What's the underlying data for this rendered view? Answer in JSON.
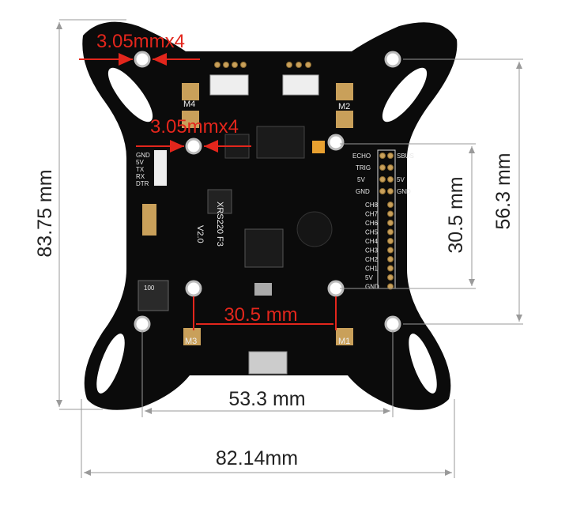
{
  "dimensions": {
    "overall_height": "83.75 mm",
    "mount_outer_height": "56.3 mm",
    "mount_inner_height": "30.5 mm",
    "mount_outer_width": "53.3 mm",
    "overall_width": "82.14mm",
    "mount_inner_width": "30.5 mm",
    "hole_outer": "3.05mmx4",
    "hole_inner": "3.05mmx4"
  },
  "board": {
    "name": "XRS220 F3",
    "version": "V2.0",
    "motors": [
      "M1",
      "M2",
      "M3",
      "M4"
    ],
    "header_left": [
      "ECHO",
      "TRIG",
      "5V",
      "GND"
    ],
    "header_right": [
      "SBUS",
      "5V",
      "GND"
    ],
    "channels": [
      "CH8",
      "CH7",
      "CH6",
      "CH5",
      "CH4",
      "CH3",
      "CH2",
      "CH1",
      "5V",
      "GND"
    ],
    "uart": [
      "GND",
      "5V",
      "TX",
      "RX",
      "DTR"
    ],
    "inductor": "100"
  },
  "colors": {
    "board": "#0b0b0b",
    "annotation": "#e3261c",
    "dimension_line": "#9a9a9a"
  }
}
